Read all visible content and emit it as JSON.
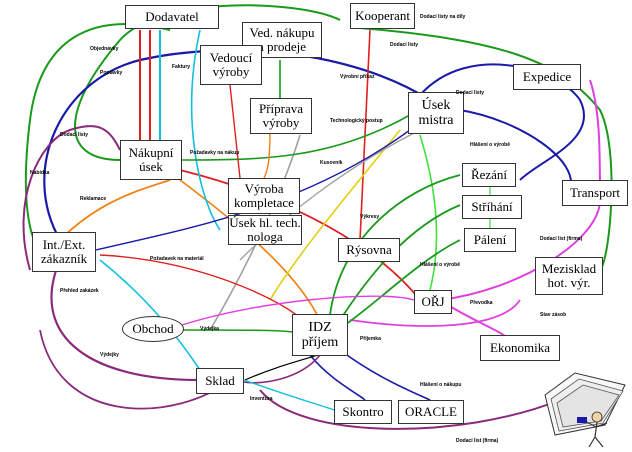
{
  "nodes": {
    "dodavatel": "Dodavatel",
    "kooperant": "Kooperant",
    "ved_nakupu": "Ved. nákupu\na prodeje",
    "vedouci_vyroby": "Vedoucí\nvýroby",
    "expedice": "Expedice",
    "priprava_vyroby": "Příprava\nvýroby",
    "usek_mistra": "Úsek\nmistra",
    "nakupni_usek": "Nákupní\núsek",
    "rezani": "Řezání",
    "transport": "Transport",
    "vyroba_kompletace": "Výroba\nkompletace",
    "strihani": "Stříhání",
    "usek_hlavniho_technologa": "Úsek hl. tech.\nnologa",
    "int_ext_zakaznik": "Int./Ext.\nzákazník",
    "rysovna": "Rýsovna",
    "paleni": "Pálení",
    "mezisklad": "Mezisklad\nhot. výr.",
    "orj": "OŘJ",
    "obchod": "Obchod",
    "idz_prijem": "IDZ\npříjem",
    "ekonomika": "Ekonomika",
    "sklad": "Sklad",
    "skontro": "Skontro",
    "oracle": "ORACLE"
  },
  "edge_labels": {
    "l1": "Dodací listy",
    "l2": "Objednávky",
    "l3": "Poptávky",
    "l4": "Faktury",
    "l5": "Dodací list (firma)",
    "l6": "Výdejka",
    "l7": "Příjemka",
    "l8": "Výrobní příkaz",
    "l9": "Dodací listy na díly",
    "l10": "Požadavky na nákup",
    "l11": "Kusovník",
    "l12": "Výkresy",
    "l13": "Technologický postup",
    "l14": "Hlášení o výrobě",
    "l15": "Převodka",
    "l16": "Inventura",
    "l17": "Požadavek na materiál",
    "l18": "Nabídka",
    "l19": "Reklamace",
    "l20": "Přehled zakázek",
    "l21": "Dodací listy",
    "l22": "Stav zásob",
    "l23": "Výdejky",
    "l24": "Hlášení o nákupu"
  },
  "colors": {
    "green": "#1a9a1a",
    "blue": "#1a1aa8",
    "red": "#e02020",
    "orange": "#f08010",
    "cyan": "#10c0e0",
    "magenta": "#e040e0",
    "purple": "#8a2a7a",
    "yellow": "#e0d010",
    "gray": "#a0a0a0",
    "black": "#000000",
    "lime": "#40e040"
  },
  "icons": {
    "corner_clipart": "document-stack-figure-icon"
  }
}
